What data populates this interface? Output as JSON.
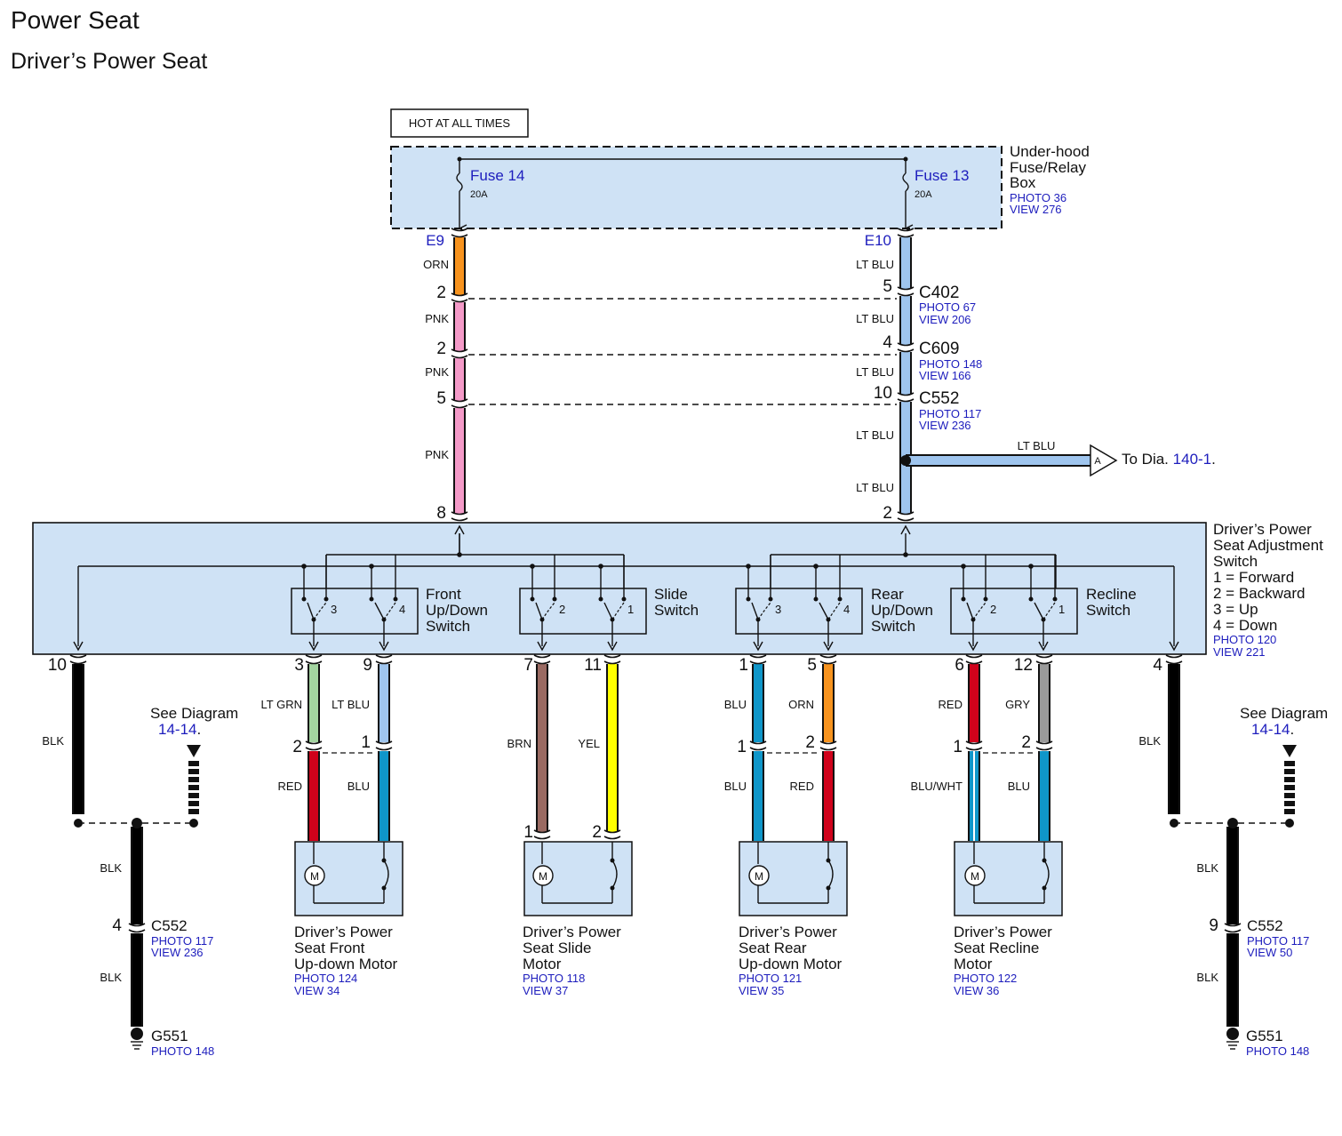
{
  "title": "Power Seat",
  "subtitle": "Driver’s Power Seat",
  "hot_label": "HOT AT ALL TIMES",
  "fuse_box": {
    "line1": "Under-hood",
    "line2": "Fuse/Relay",
    "line3": "Box",
    "photo": "PHOTO 36",
    "view": "VIEW 276"
  },
  "fuse14": {
    "name": "Fuse 14",
    "rating": "20A",
    "terminal": "E9"
  },
  "fuse13": {
    "name": "Fuse 13",
    "rating": "20A",
    "terminal": "E10"
  },
  "left_feed": {
    "w1": "ORN",
    "p1": "2",
    "w2": "PNK",
    "p2": "2",
    "w3": "PNK",
    "p3": "5",
    "w4": "PNK",
    "p4": "8"
  },
  "right_feed": {
    "w1": "LT BLU",
    "p1": "5",
    "w2": "LT BLU",
    "p2": "4",
    "w3": "LT BLU",
    "p3": "10",
    "w4": "LT BLU",
    "w5": "LT BLU",
    "p4": "2"
  },
  "c402": {
    "name": "C402",
    "photo": "PHOTO 67",
    "view": "VIEW 206"
  },
  "c609": {
    "name": "C609",
    "photo": "PHOTO 148",
    "view": "VIEW 166"
  },
  "c552_top": {
    "name": "C552",
    "photo": "PHOTO 117",
    "view": "VIEW 236"
  },
  "branch": {
    "wire": "LT BLU",
    "conn": "A",
    "to": "To Dia.",
    "ref": "140-1",
    "dot": "."
  },
  "switch_unit": {
    "line1": "Driver’s Power",
    "line2": "Seat Adjustment",
    "line3": "Switch",
    "legend1": "1 = Forward",
    "legend2": "2 = Backward",
    "legend3": "3 = Up",
    "legend4": "4 = Down",
    "photo": "PHOTO 120",
    "view": "VIEW 221"
  },
  "switches": [
    {
      "l1": "Front",
      "l2": "Up/Down",
      "l3": "Switch",
      "a": "3",
      "b": "4"
    },
    {
      "l1": "Slide",
      "l2": "Switch",
      "l3": "",
      "a": "2",
      "b": "1"
    },
    {
      "l1": "Rear",
      "l2": "Up/Down",
      "l3": "Switch",
      "a": "3",
      "b": "4"
    },
    {
      "l1": "Recline",
      "l2": "Switch",
      "l3": "",
      "a": "2",
      "b": "1"
    }
  ],
  "pins": {
    "p10": "10",
    "p3": "3",
    "p9": "9",
    "p7": "7",
    "p11": "11",
    "p1": "1",
    "p5": "5",
    "p6": "6",
    "p12": "12",
    "p4": "4"
  },
  "wires_upper": {
    "w3": "LT GRN",
    "w9": "LT BLU",
    "w7": "BRN",
    "w11": "YEL",
    "w1": "BLU",
    "w5": "ORN",
    "w6": "RED",
    "w12": "GRY"
  },
  "wires_lower": {
    "front_l": "RED",
    "front_r": "BLU",
    "rear_l": "BLU",
    "rear_r": "RED",
    "recl_l": "BLU/WHT",
    "recl_r": "BLU"
  },
  "mid_pins": {
    "front_l": "2",
    "front_r": "1",
    "rear_l": "1",
    "rear_r": "2",
    "recl_l": "1",
    "recl_r": "2",
    "slide_l": "1",
    "slide_r": "2"
  },
  "motor_symbol": "M",
  "motors": [
    {
      "l1": "Driver’s Power",
      "l2": "Seat Front",
      "l3": "Up-down Motor",
      "photo": "PHOTO 124",
      "view": "VIEW 34"
    },
    {
      "l1": "Driver’s Power",
      "l2": "Seat Slide",
      "l3": "Motor",
      "photo": "PHOTO 118",
      "view": "VIEW 37"
    },
    {
      "l1": "Driver’s Power",
      "l2": "Seat Rear",
      "l3": "Up-down Motor",
      "photo": "PHOTO 121",
      "view": "VIEW 35"
    },
    {
      "l1": "Driver’s Power",
      "l2": "Seat Recline",
      "l3": "Motor",
      "photo": "PHOTO 122",
      "view": "VIEW 36"
    }
  ],
  "ground_left": {
    "w1": "BLK",
    "w2": "BLK",
    "w3": "BLK",
    "pin": "4",
    "see": "See Diagram",
    "see_ref": "14-14",
    "dot": ".",
    "conn": "C552",
    "photo": "PHOTO 117",
    "view": "VIEW 236",
    "ground": "G551",
    "gphoto": "PHOTO 148"
  },
  "ground_right": {
    "w1": "BLK",
    "w2": "BLK",
    "w3": "BLK",
    "pin": "9",
    "see": "See Diagram",
    "see_ref": "14-14",
    "dot": ".",
    "conn": "C552",
    "photo": "PHOTO 117",
    "view": "VIEW 50",
    "ground": "G551",
    "gphoto": "PHOTO 148"
  },
  "colors": {
    "box_fill": "#cfe2f5",
    "ORN": "#f7931e",
    "PNK": "#f49ac8",
    "LT_BLU": "#9fc5ee",
    "LT_GRN": "#a3d4a0",
    "BRN": "#9a6a62",
    "YEL": "#ffff00",
    "BLU": "#0f96c9",
    "RED": "#d0021b",
    "GRY": "#9a9a9a",
    "BLK": "#000000",
    "text_blue": "#1d1dbd"
  }
}
